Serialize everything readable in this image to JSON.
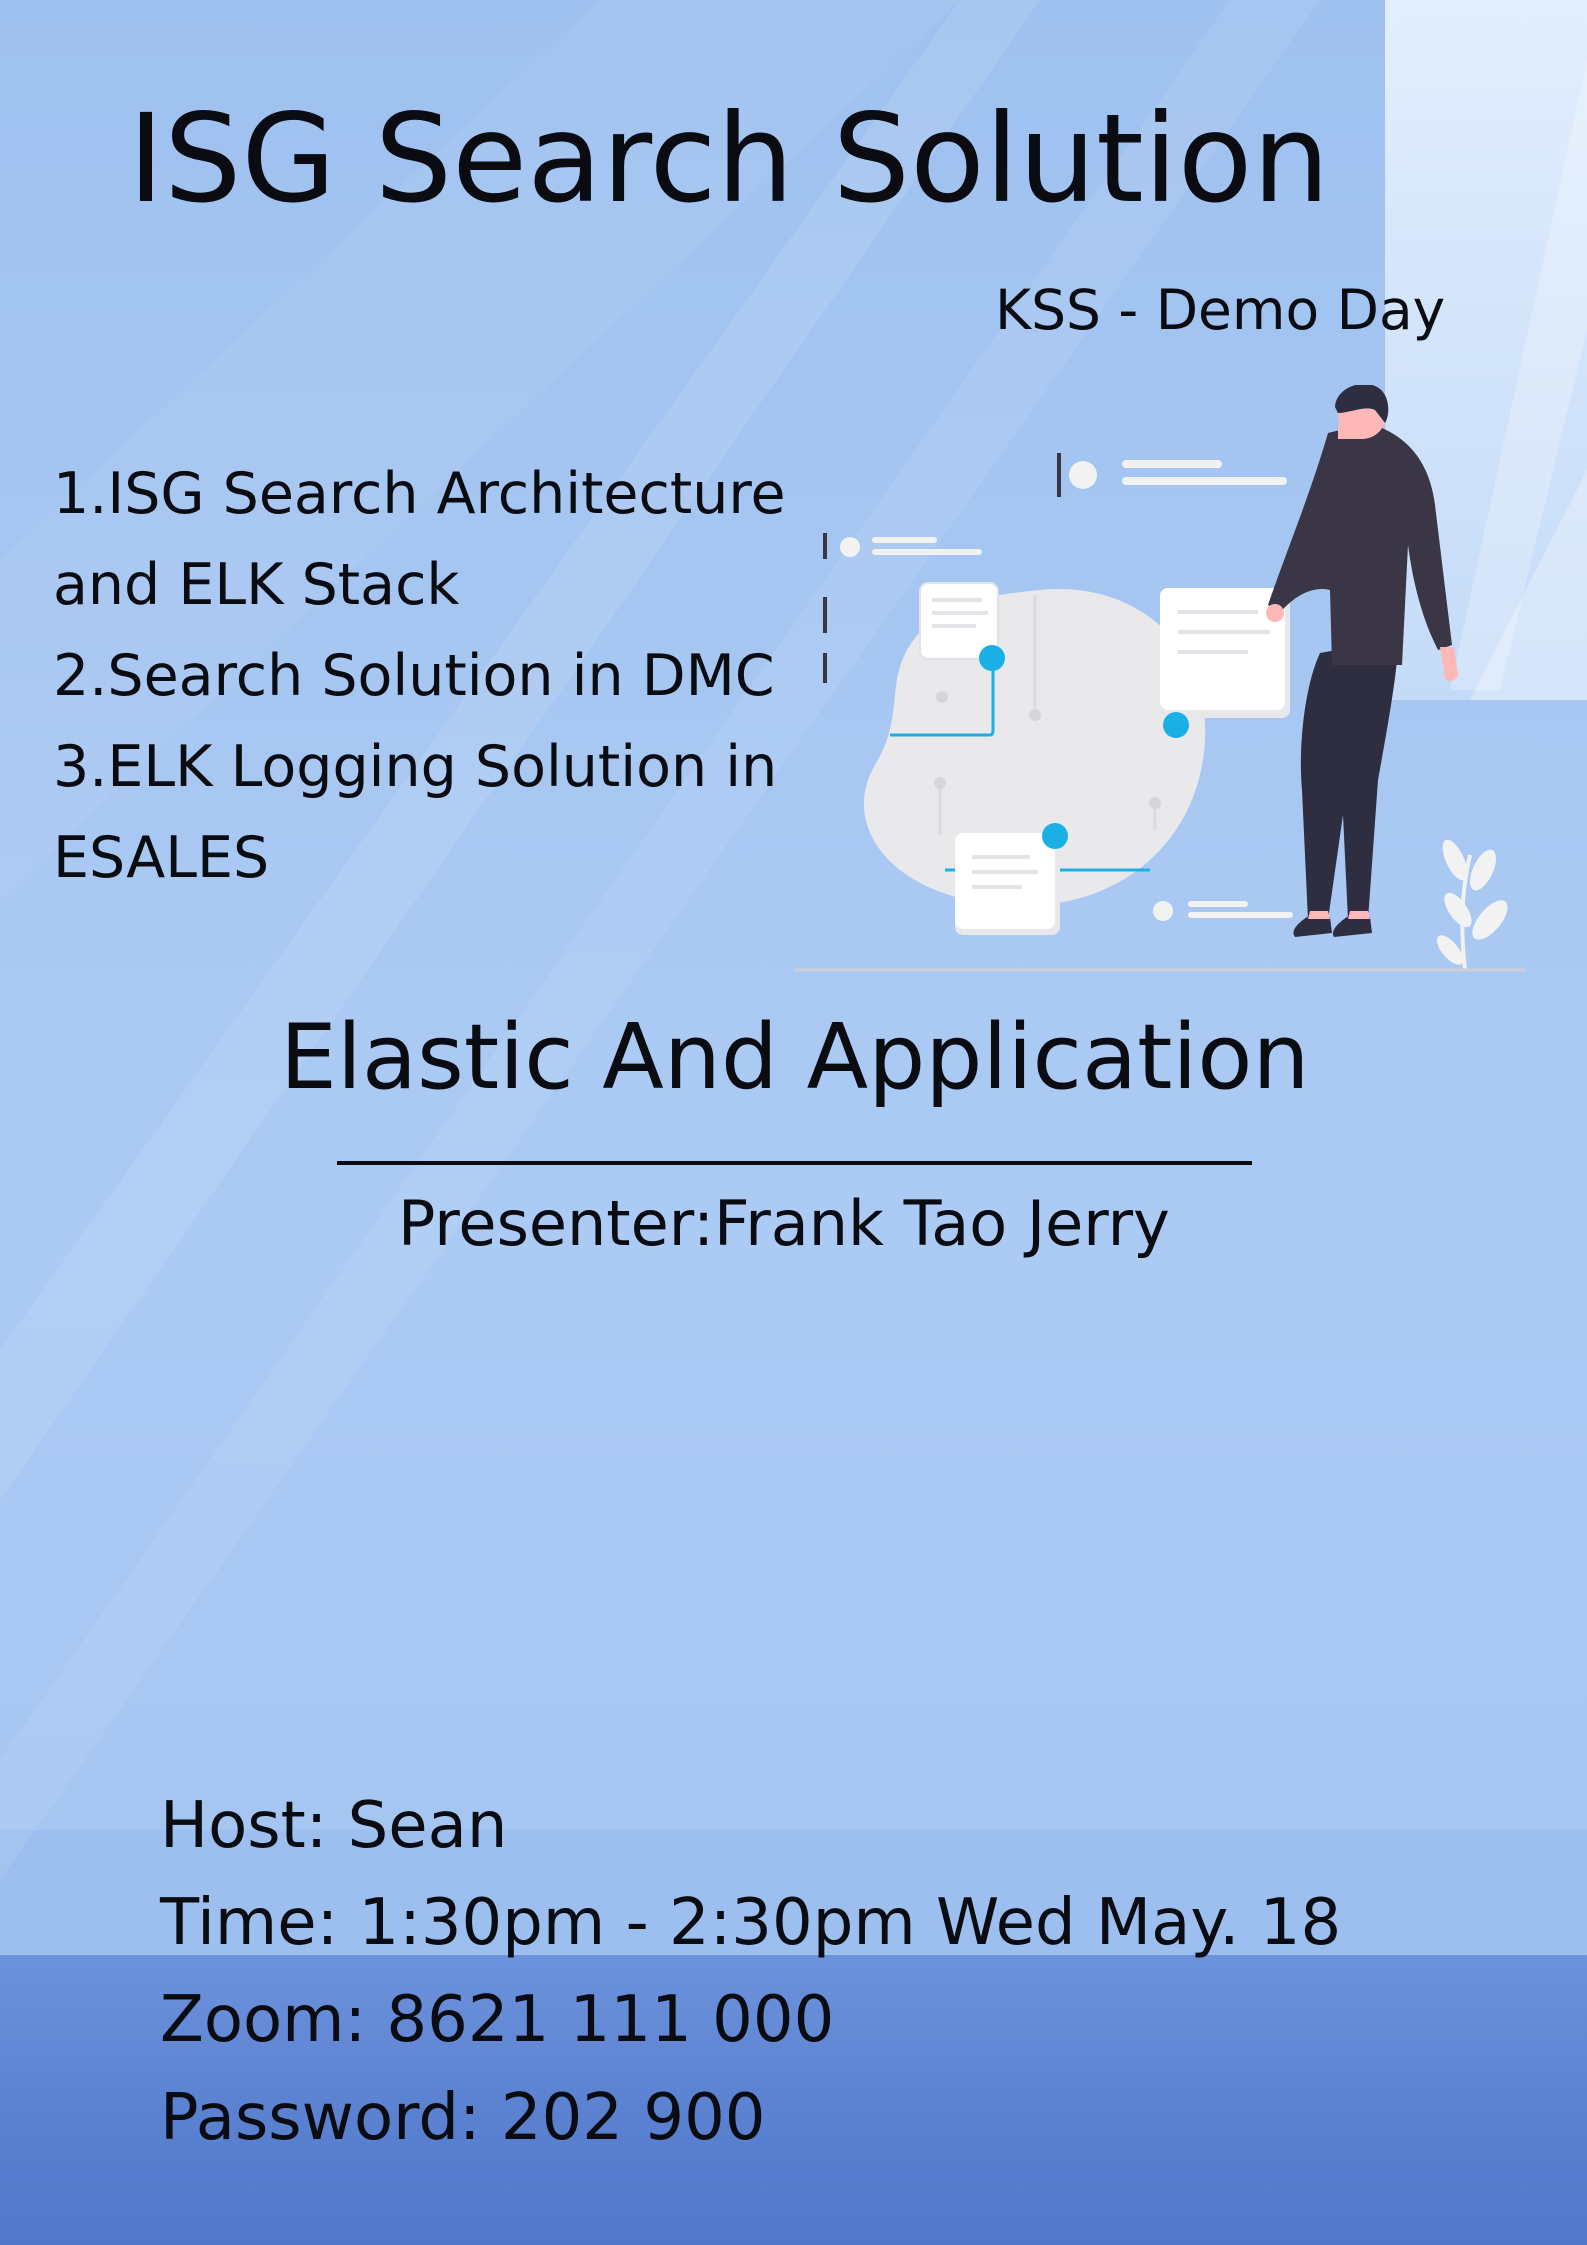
{
  "title": "ISG Search Solution",
  "subtitle": "KSS - Demo Day",
  "agenda_lines": [
    "1.ISG Search Architecture",
    "and ELK  Stack",
    "2.Search Solution in DMC",
    "3.ELK Logging Solution in",
    "ESALES"
  ],
  "topic": "Elastic And Application",
  "presenter": "Presenter:Frank  Tao  Jerry",
  "details": {
    "host": "Host: Sean",
    "time": "Time: 1:30pm - 2:30pm Wed May. 18",
    "zoom": "Zoom: 8621 111 000",
    "password": "Password: 202 900"
  },
  "illustration_icon": "person-presenting-data-icon",
  "colors": {
    "background": "#a9c9f3",
    "band": "#5a80d0",
    "text": "#0b0b12",
    "accent": "#1ab0e6",
    "figure": "#3a3646"
  }
}
